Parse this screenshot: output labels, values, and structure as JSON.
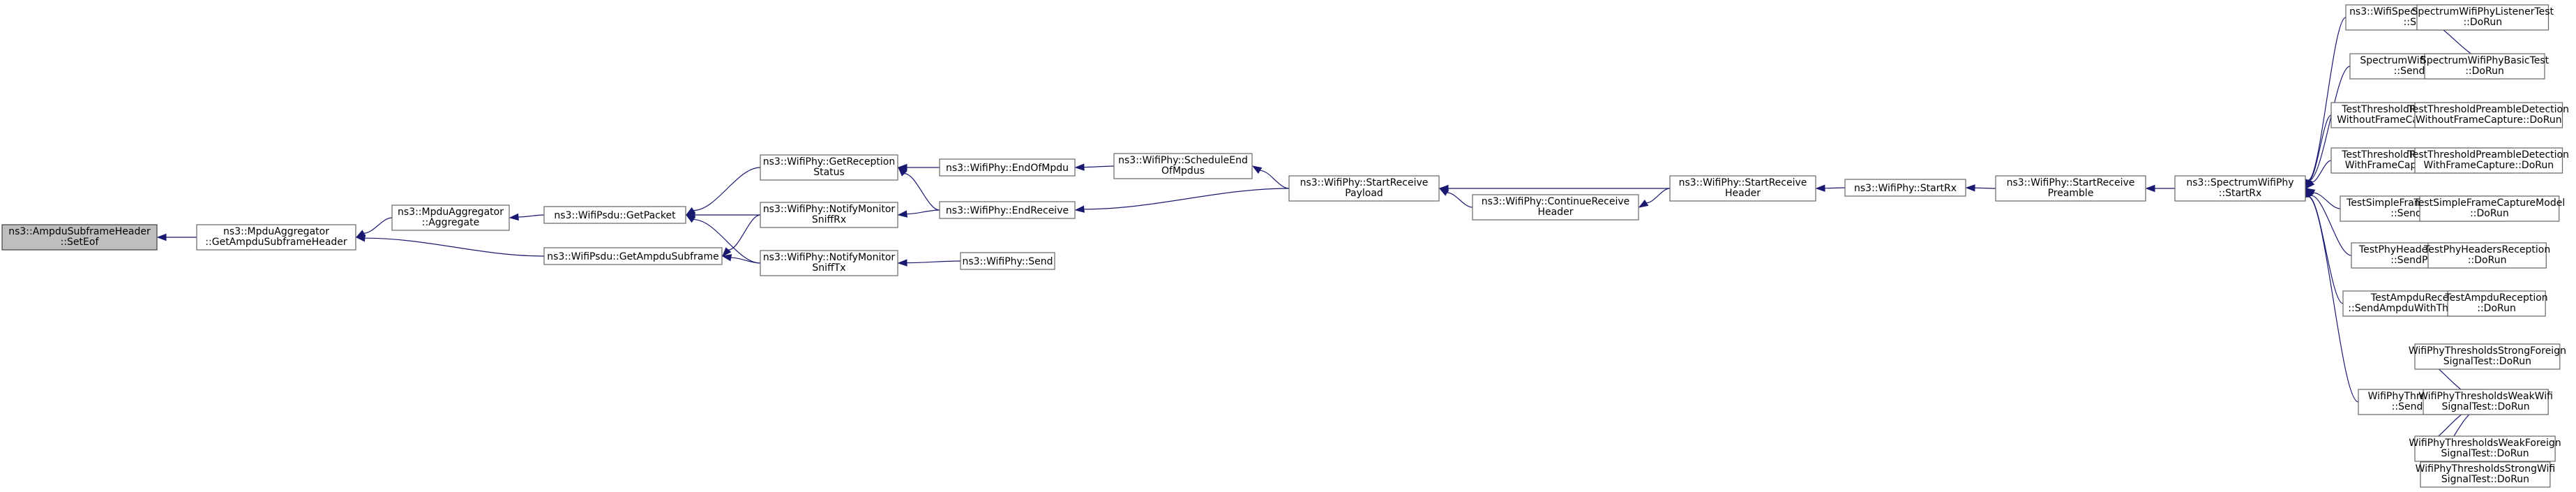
{
  "nodes": [
    {
      "id": "n0",
      "lines": [
        "ns3::AmpduSubframeHeader",
        "::SetEof"
      ],
      "root": true
    },
    {
      "id": "n1",
      "lines": [
        "ns3::MpduAggregator",
        "::GetAmpduSubframeHeader"
      ]
    },
    {
      "id": "n2",
      "lines": [
        "ns3::MpduAggregator",
        "::Aggregate"
      ]
    },
    {
      "id": "n3",
      "lines": [
        "ns3::WifiPsdu::GetPacket"
      ]
    },
    {
      "id": "n4",
      "lines": [
        "ns3::WifiPsdu::GetAmpduSubframe"
      ]
    },
    {
      "id": "n5",
      "lines": [
        "ns3::WifiPhy::GetReception",
        "Status"
      ]
    },
    {
      "id": "n6",
      "lines": [
        "ns3::WifiPhy::NotifyMonitor",
        "SniffRx"
      ]
    },
    {
      "id": "n7",
      "lines": [
        "ns3::WifiPhy::NotifyMonitor",
        "SniffTx"
      ]
    },
    {
      "id": "n8",
      "lines": [
        "ns3::WifiPhy::EndOfMpdu"
      ]
    },
    {
      "id": "n9",
      "lines": [
        "ns3::WifiPhy::EndReceive"
      ]
    },
    {
      "id": "n10",
      "lines": [
        "ns3::WifiPhy::Send"
      ]
    },
    {
      "id": "n11",
      "lines": [
        "ns3::WifiPhy::ScheduleEnd",
        "OfMpdus"
      ]
    },
    {
      "id": "n12",
      "lines": [
        "ns3::WifiPhy::StartReceive",
        "Payload"
      ]
    },
    {
      "id": "n13",
      "lines": [
        "ns3::WifiPhy::ContinueReceive",
        "Header"
      ]
    },
    {
      "id": "n14",
      "lines": [
        "ns3::WifiPhy::StartReceive",
        "Header"
      ]
    },
    {
      "id": "n15",
      "lines": [
        "ns3::WifiPhy::StartRx"
      ]
    },
    {
      "id": "n16",
      "lines": [
        "ns3::WifiPhy::StartReceive",
        "Preamble"
      ]
    },
    {
      "id": "n17",
      "lines": [
        "ns3::SpectrumWifiPhy",
        "::StartRx"
      ]
    },
    {
      "id": "n18",
      "lines": [
        "ns3::WifiSpectrumPhyInterface",
        "::StartRx"
      ]
    },
    {
      "id": "n19",
      "lines": [
        "SpectrumWifiPhyBasicTest",
        "::SendSignal"
      ]
    },
    {
      "id": "n20",
      "lines": [
        "TestThresholdPreambleDetection",
        "WithoutFrameCapture::SendPacket"
      ]
    },
    {
      "id": "n21",
      "lines": [
        "TestThresholdPreambleDetection",
        "WithFrameCapture::SendPacket"
      ]
    },
    {
      "id": "n22",
      "lines": [
        "TestSimpleFrameCaptureModel",
        "::SendPacket"
      ]
    },
    {
      "id": "n23",
      "lines": [
        "TestPhyHeadersReception",
        "::SendPacket"
      ]
    },
    {
      "id": "n24",
      "lines": [
        "TestAmpduReception",
        "::SendAmpduWithThreeMpdus"
      ]
    },
    {
      "id": "n25",
      "lines": [
        "WifiPhyThresholdsTest",
        "::SendSignal"
      ]
    },
    {
      "id": "n26",
      "lines": [
        "SpectrumWifiPhyListenerTest",
        "::DoRun"
      ]
    },
    {
      "id": "n27",
      "lines": [
        "SpectrumWifiPhyBasicTest",
        "::DoRun"
      ]
    },
    {
      "id": "n28",
      "lines": [
        "TestThresholdPreambleDetection",
        "WithoutFrameCapture::DoRun"
      ]
    },
    {
      "id": "n29",
      "lines": [
        "TestThresholdPreambleDetection",
        "WithFrameCapture::DoRun"
      ]
    },
    {
      "id": "n30",
      "lines": [
        "TestSimpleFrameCaptureModel",
        "::DoRun"
      ]
    },
    {
      "id": "n31",
      "lines": [
        "TestPhyHeadersReception",
        "::DoRun"
      ]
    },
    {
      "id": "n32",
      "lines": [
        "TestAmpduReception",
        "::DoRun"
      ]
    },
    {
      "id": "n33",
      "lines": [
        "WifiPhyThresholdsStrongForeign",
        "SignalTest::DoRun"
      ]
    },
    {
      "id": "n34",
      "lines": [
        "WifiPhyThresholdsWeakWifi",
        "SignalTest::DoRun"
      ]
    },
    {
      "id": "n35",
      "lines": [
        "WifiPhyThresholdsWeakForeign",
        "SignalTest::DoRun"
      ]
    },
    {
      "id": "n36",
      "lines": [
        "WifiPhyThresholdsStrongWifi",
        "SignalTest::DoRun"
      ]
    }
  ],
  "edges": [
    [
      "n1",
      "n0"
    ],
    [
      "n2",
      "n1"
    ],
    [
      "n4",
      "n1"
    ],
    [
      "n3",
      "n2"
    ],
    [
      "n5",
      "n3"
    ],
    [
      "n6",
      "n3"
    ],
    [
      "n7",
      "n3"
    ],
    [
      "n6",
      "n4"
    ],
    [
      "n7",
      "n4"
    ],
    [
      "n8",
      "n5"
    ],
    [
      "n9",
      "n5"
    ],
    [
      "n9",
      "n6"
    ],
    [
      "n10",
      "n7"
    ],
    [
      "n11",
      "n8"
    ],
    [
      "n12",
      "n11"
    ],
    [
      "n12",
      "n9"
    ],
    [
      "n14",
      "n12"
    ],
    [
      "n13",
      "n12"
    ],
    [
      "n14",
      "n13"
    ],
    [
      "n15",
      "n14"
    ],
    [
      "n16",
      "n15"
    ],
    [
      "n17",
      "n16"
    ],
    [
      "n18",
      "n17"
    ],
    [
      "n19",
      "n17"
    ],
    [
      "n20",
      "n17"
    ],
    [
      "n21",
      "n17"
    ],
    [
      "n22",
      "n17"
    ],
    [
      "n23",
      "n17"
    ],
    [
      "n24",
      "n17"
    ],
    [
      "n25",
      "n17"
    ],
    [
      "n26",
      "n19"
    ],
    [
      "n27",
      "n19"
    ],
    [
      "n28",
      "n20"
    ],
    [
      "n29",
      "n21"
    ],
    [
      "n30",
      "n22"
    ],
    [
      "n31",
      "n23"
    ],
    [
      "n32",
      "n24"
    ],
    [
      "n33",
      "n25"
    ],
    [
      "n34",
      "n25"
    ],
    [
      "n35",
      "n25"
    ],
    [
      "n36",
      "n25"
    ]
  ],
  "colors": {
    "edge": "#191970",
    "node_border": "#666666",
    "root_fill": "#bfbfbf"
  }
}
